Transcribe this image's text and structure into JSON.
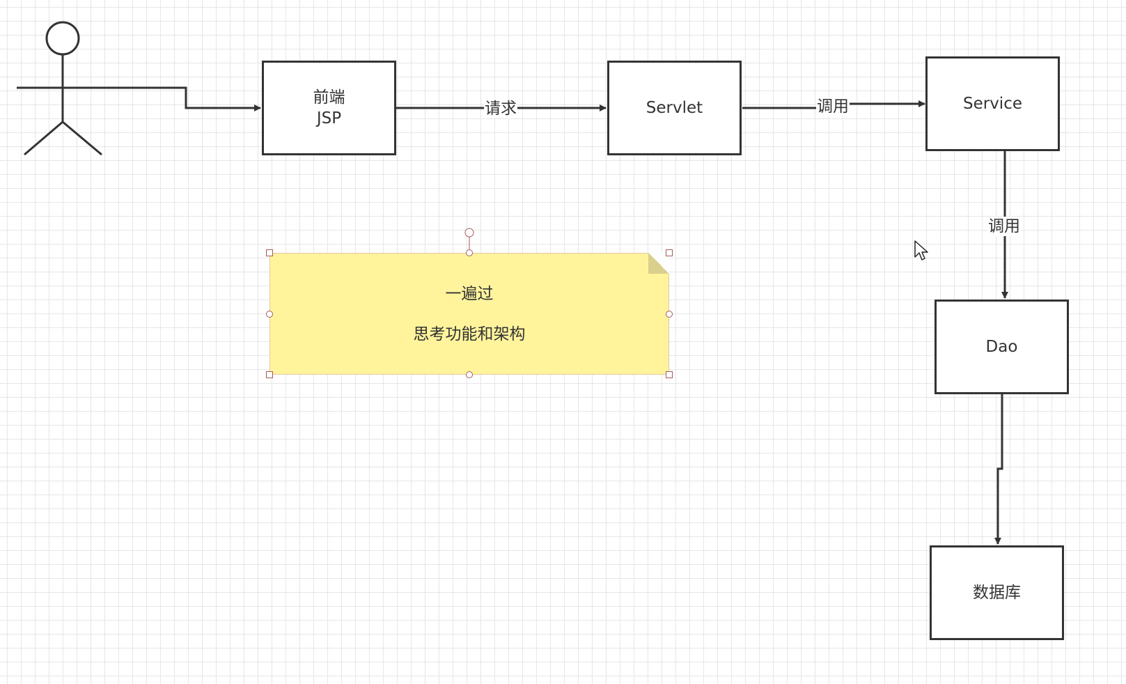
{
  "diagram": {
    "nodes": {
      "frontend": {
        "line1": "前端",
        "line2": "JSP"
      },
      "servlet": {
        "label": "Servlet"
      },
      "service": {
        "label": "Service"
      },
      "dao": {
        "label": "Dao"
      },
      "database": {
        "label": "数据库"
      }
    },
    "edges": {
      "frontend_servlet": "请求",
      "servlet_service": "调用",
      "service_dao": "调用"
    },
    "note": {
      "line1": "一遍过",
      "line2": "思考功能和架构",
      "color": "#fff49c"
    }
  },
  "icons": [
    "actor-icon",
    "mouse-pointer-icon"
  ]
}
